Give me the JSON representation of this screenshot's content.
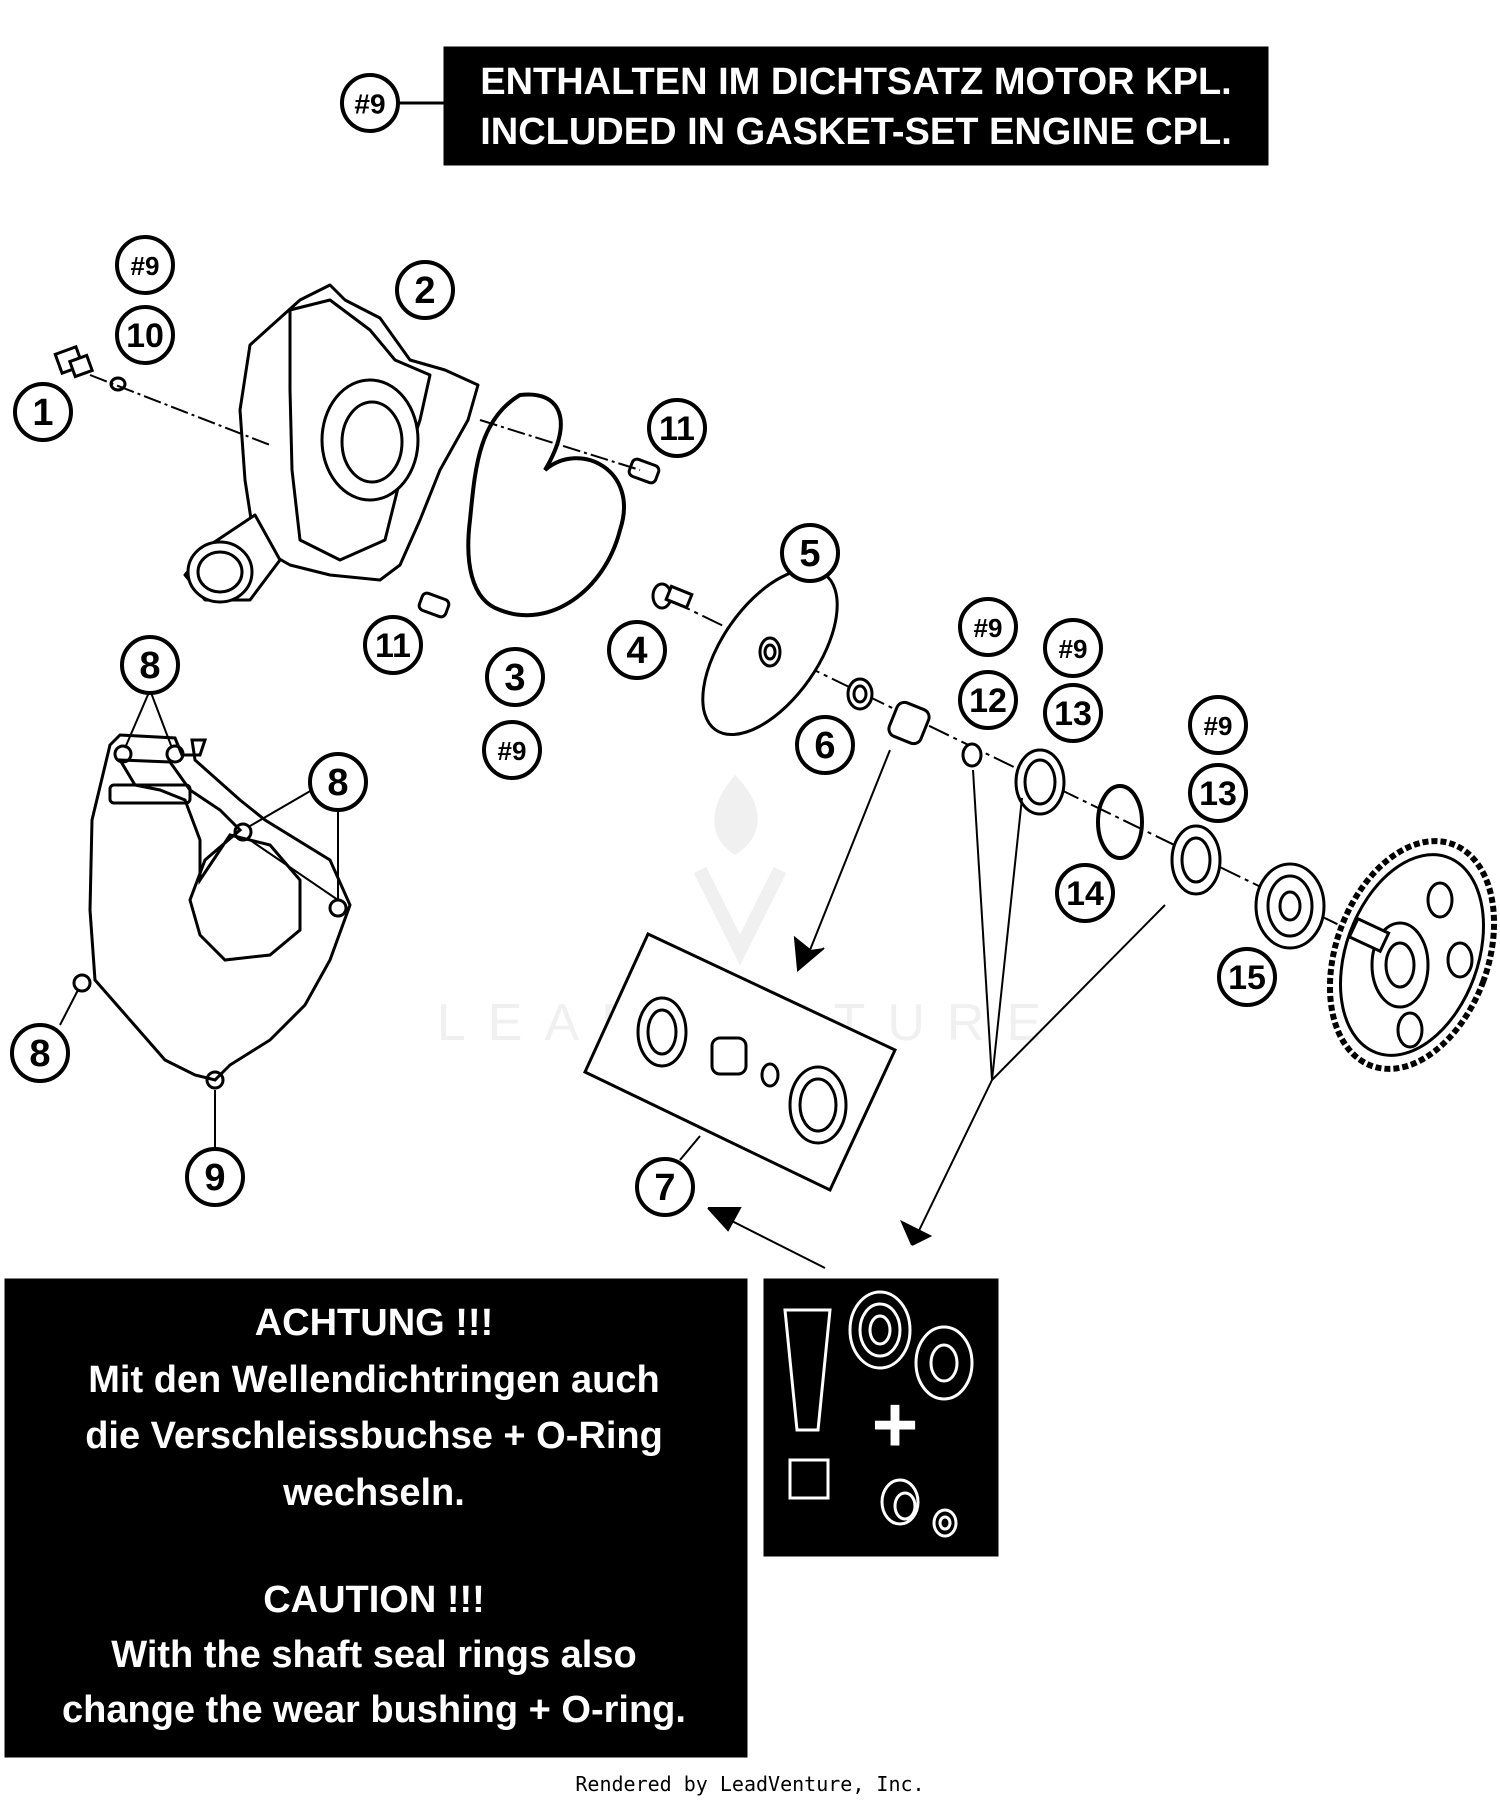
{
  "header_box": {
    "ref": "#9",
    "line1": "ENTHALTEN IM DICHTSATZ MOTOR KPL.",
    "line2": "INCLUDED IN GASKET-SET ENGINE CPL."
  },
  "callouts": {
    "c1": "1",
    "c2": "2",
    "c3": "3",
    "c4": "4",
    "c5": "5",
    "c6": "6",
    "c7": "7",
    "c8a": "8",
    "c8b": "8",
    "c8c": "8",
    "c9": "9",
    "c10": "10",
    "c11a": "11",
    "c11b": "11",
    "c12": "12",
    "c13a": "13",
    "c13b": "13",
    "c14": "14",
    "c15": "15",
    "g1": "#9",
    "g2": "#9",
    "g3": "#9",
    "g4": "#9",
    "g5": "#9"
  },
  "notice": {
    "de_title": "ACHTUNG !!!",
    "de_line1": "Mit den Wellendichtringen auch",
    "de_line2": "die Verschleissbuchse + O-Ring",
    "de_line3": "wechseln.",
    "en_title": "CAUTION !!!",
    "en_line1": "With the shaft seal rings also",
    "en_line2": "change the wear bushing + O-ring."
  },
  "icon_panel": {
    "plus": "+"
  },
  "watermark": {
    "text": "LEADVENTURE"
  },
  "footer": {
    "text": "Rendered by LeadVenture, Inc."
  }
}
